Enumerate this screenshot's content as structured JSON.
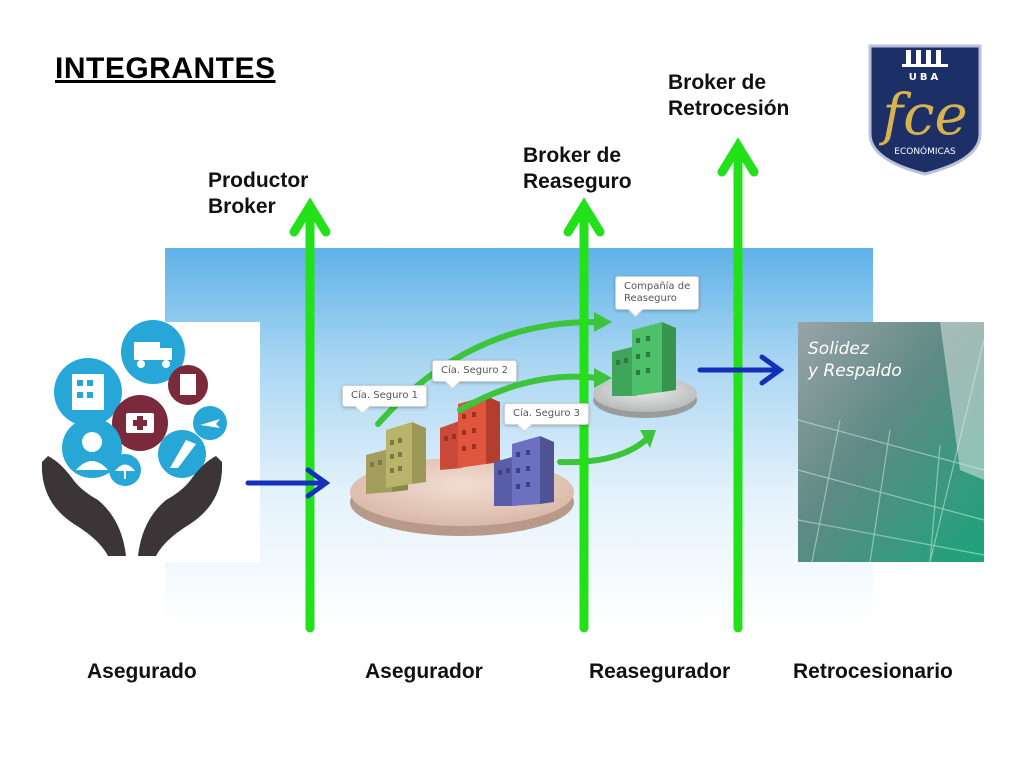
{
  "title": "INTEGRANTES",
  "intermediaries": {
    "productor": "Productor\nBroker",
    "broker_reaseguro": "Broker de\nReaseguro",
    "broker_retrocesion": "Broker de\nRetrocesión"
  },
  "participants": {
    "asegurado": "Asegurado",
    "asegurador": "Asegurador",
    "reasegurador": "Reasegurador",
    "retrocesionario": "Retrocesionario"
  },
  "scene": {
    "cia1": "Cía. Seguro 1",
    "cia2": "Cía. Seguro 2",
    "cia3": "Cía. Seguro 3",
    "reaseguro": "Compañía de\nReaseguro"
  },
  "retro_image_text": "Solidez\ny Respaldo",
  "logo": {
    "text": "fce",
    "top": "UBA",
    "bottom": "ECONÓMICAS"
  },
  "colors": {
    "green": "#22e01a",
    "blue": "#1530b8",
    "navy": "#1c2f66",
    "gold": "#d8b24c"
  }
}
